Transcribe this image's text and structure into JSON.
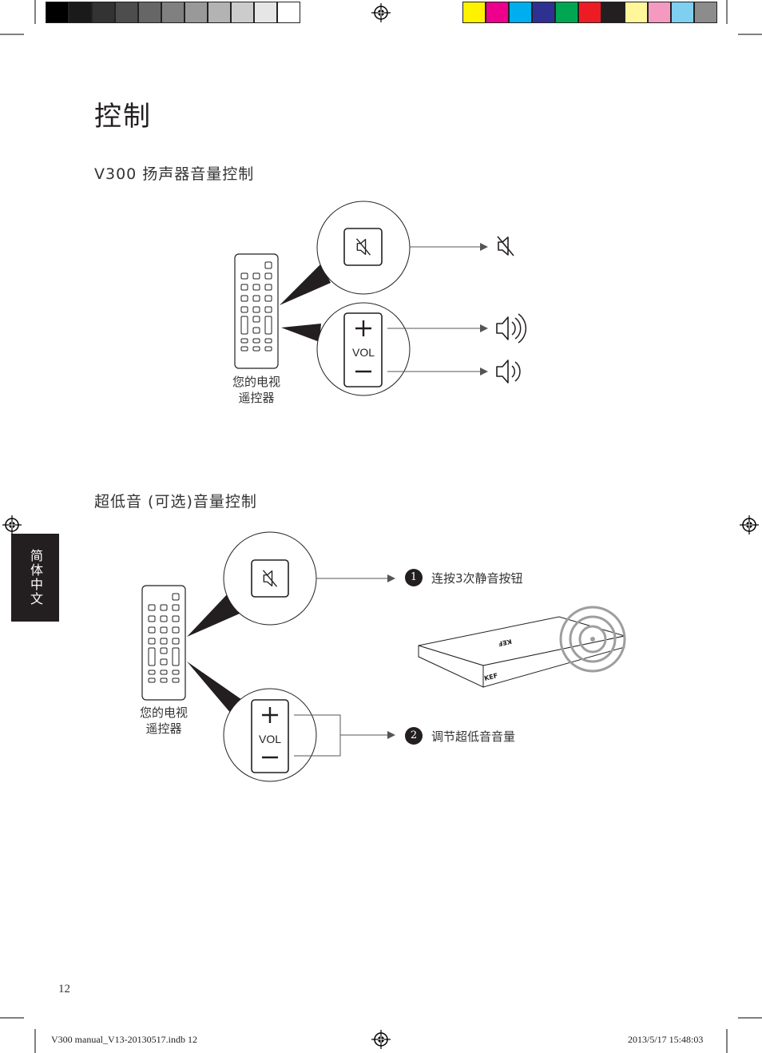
{
  "page": {
    "title": "控制",
    "section1_title": "V300 扬声器音量控制",
    "section2_title": "超低音 (可选)音量控制",
    "remote_label_line1": "您的电视",
    "remote_label_line2": "遥控器",
    "vol_label": "VOL",
    "step1_number": "1",
    "step1_text": "连按3次静音按钮",
    "step2_number": "2",
    "step2_text": "调节超低音音量",
    "side_tab": "简体中文",
    "page_number": "12",
    "footer_left": "V300 manual_V13-20130517.indb   12",
    "footer_right": "2013/5/17   15:48:03",
    "brand_logo": "KEF"
  },
  "color_bar": {
    "grays": [
      "#000000",
      "#1a1a1a",
      "#333333",
      "#4d4d4d",
      "#666666",
      "#808080",
      "#999999",
      "#b3b3b3",
      "#cccccc",
      "#e6e6e6",
      "#ffffff"
    ],
    "colors": [
      "#fff200",
      "#ec008c",
      "#00aeef",
      "#2e3192",
      "#00a651",
      "#ed1c24",
      "#231f20",
      "#fff799",
      "#f49ac1",
      "#7fd0f0",
      "#8c8c8c"
    ]
  },
  "icons": [
    "registration-mark-icon",
    "mute-icon",
    "volume-high-icon",
    "volume-low-icon",
    "remote-control-icon",
    "subwoofer-icon"
  ]
}
